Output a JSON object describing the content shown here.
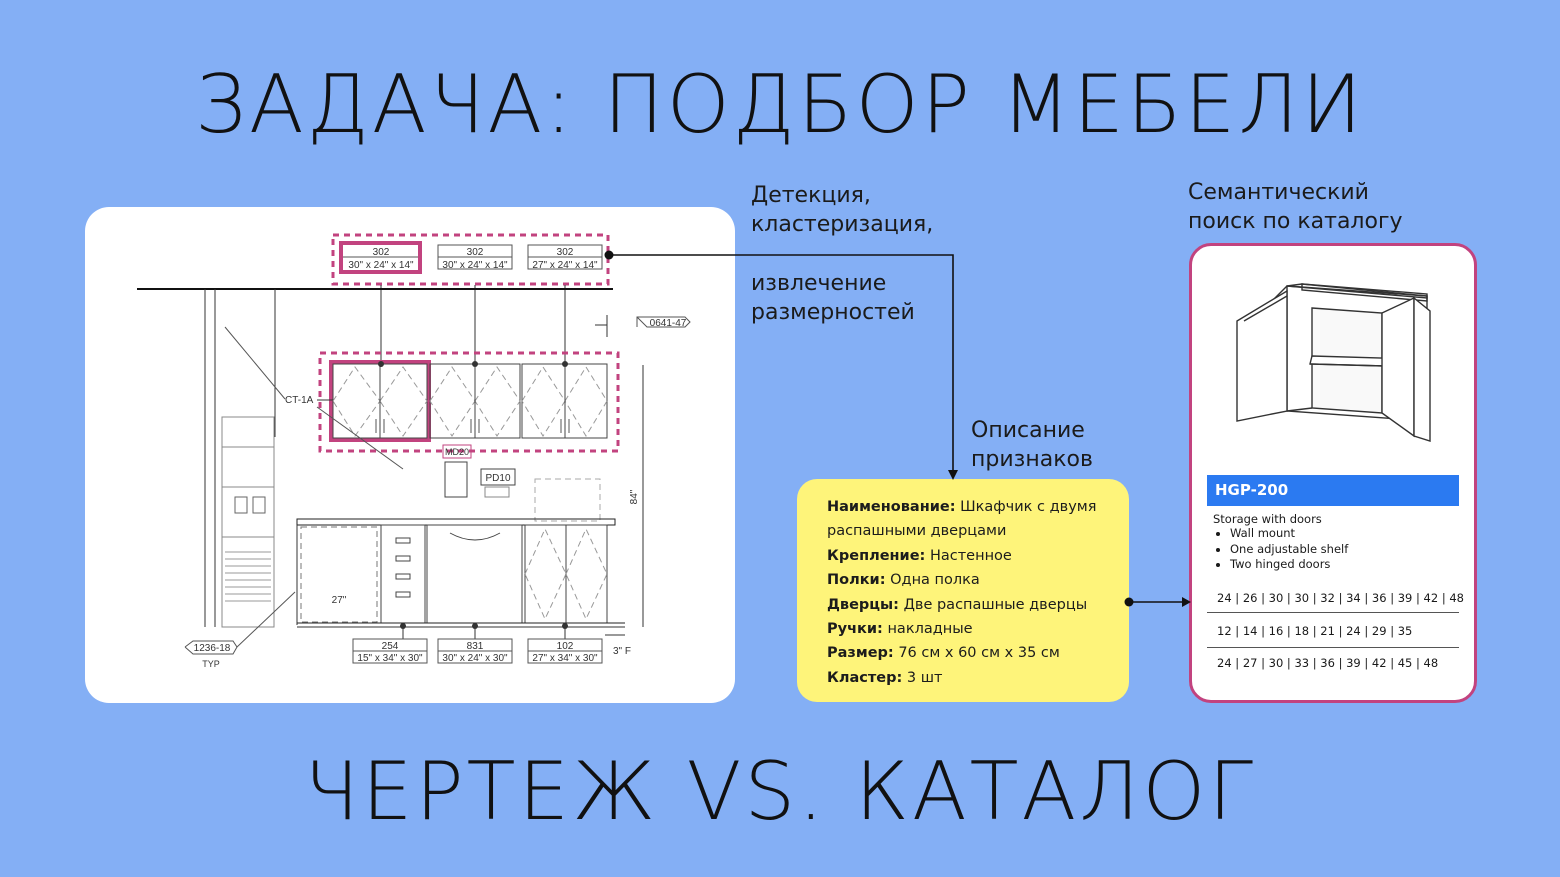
{
  "title_top": "ЗАДАЧА: ПОДБОР МЕБЕЛИ",
  "title_bottom": "ЧЕРТЕЖ VS. КАТАЛОГ",
  "captions": {
    "detect": [
      "Детекция,",
      "кластеризация,"
    ],
    "extract": [
      "извлечение",
      "размерностей"
    ],
    "description": [
      "Описание",
      "признаков"
    ],
    "search": [
      "Семантический",
      "поиск по каталогу"
    ]
  },
  "drawing": {
    "top_tags": [
      {
        "num": "302",
        "dims": "30\" x 24\" x 14\""
      },
      {
        "num": "302",
        "dims": "30\" x 24\" x 14\""
      },
      {
        "num": "302",
        "dims": "27\" x 24\" x 14\""
      }
    ],
    "bottom_tags": [
      {
        "num": "254",
        "dims": "15\" x 34\" x 30\""
      },
      {
        "num": "831",
        "dims": "30\" x 24\" x 30\""
      },
      {
        "num": "102",
        "dims": "27\" x 34\" x 30\""
      }
    ],
    "labels": {
      "ref_top": "0641-47",
      "ct": "CT-1A",
      "md": "MD20",
      "pd": "PD10",
      "height": "84\"",
      "width": "27\"",
      "ref_bottom": "1236-18",
      "typ": "TYP",
      "floor": "3\" F"
    }
  },
  "features": [
    {
      "key": "Наименование:",
      "value": "Шкафчик с двумя"
    },
    {
      "key": "",
      "value": "распашными дверцами"
    },
    {
      "key": "Крепление:",
      "value": "Настенное"
    },
    {
      "key": "Полки:",
      "value": "Одна полка"
    },
    {
      "key": "Дверцы:",
      "value": "Две распашные дверцы"
    },
    {
      "key": "Ручки:",
      "value": "накладные"
    },
    {
      "key": "Размер:",
      "value": "76 см х 60 см х 35 см"
    },
    {
      "key": "Кластер:",
      "value": "3 шт"
    }
  ],
  "catalog": {
    "code": "HGP-200",
    "subtitle": "Storage with doors",
    "bullets": [
      "Wall mount",
      "One adjustable shelf",
      "Two hinged doors"
    ],
    "sizes": [
      "24 | 26 | 30 | 30 | 32 | 34 | 36 | 39 | 42 | 48",
      "12 | 14 | 16 | 18 | 21 | 24 | 29 | 35",
      "24 | 27 | 30 | 33 | 36 | 39 | 42 | 45 | 48"
    ]
  },
  "colors": {
    "background": "#84AFF5",
    "highlight": "#C2437F",
    "note": "#FEF47A",
    "code_bar": "#2B7AF1"
  }
}
